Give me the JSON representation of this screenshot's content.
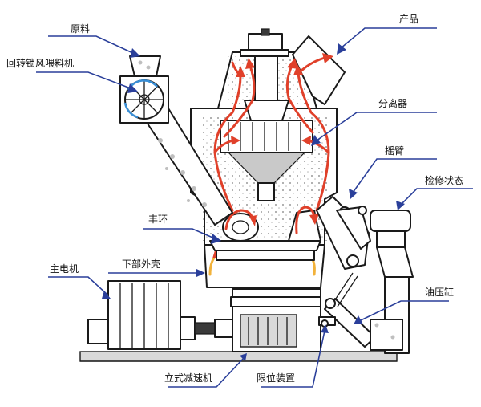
{
  "labels": {
    "raw_material": "原料",
    "rotary_lock_feeder": "回转锁风喂料机",
    "product": "产品",
    "separator": "分离器",
    "rocker_arm": "摇臂",
    "maintenance_state": "检修状态",
    "dam_ring": "丰环",
    "main_motor": "主电机",
    "lower_housing": "下部外壳",
    "hydraulic_cylinder": "油压缸",
    "vertical_reducer": "立式减速机",
    "limit_device": "限位装置"
  },
  "colors": {
    "pointer_lines": "#2a3f9a",
    "gas_flow": "#e0402a",
    "hot_air_inlet": "#f2b23a",
    "outline": "#1a1a1a"
  }
}
